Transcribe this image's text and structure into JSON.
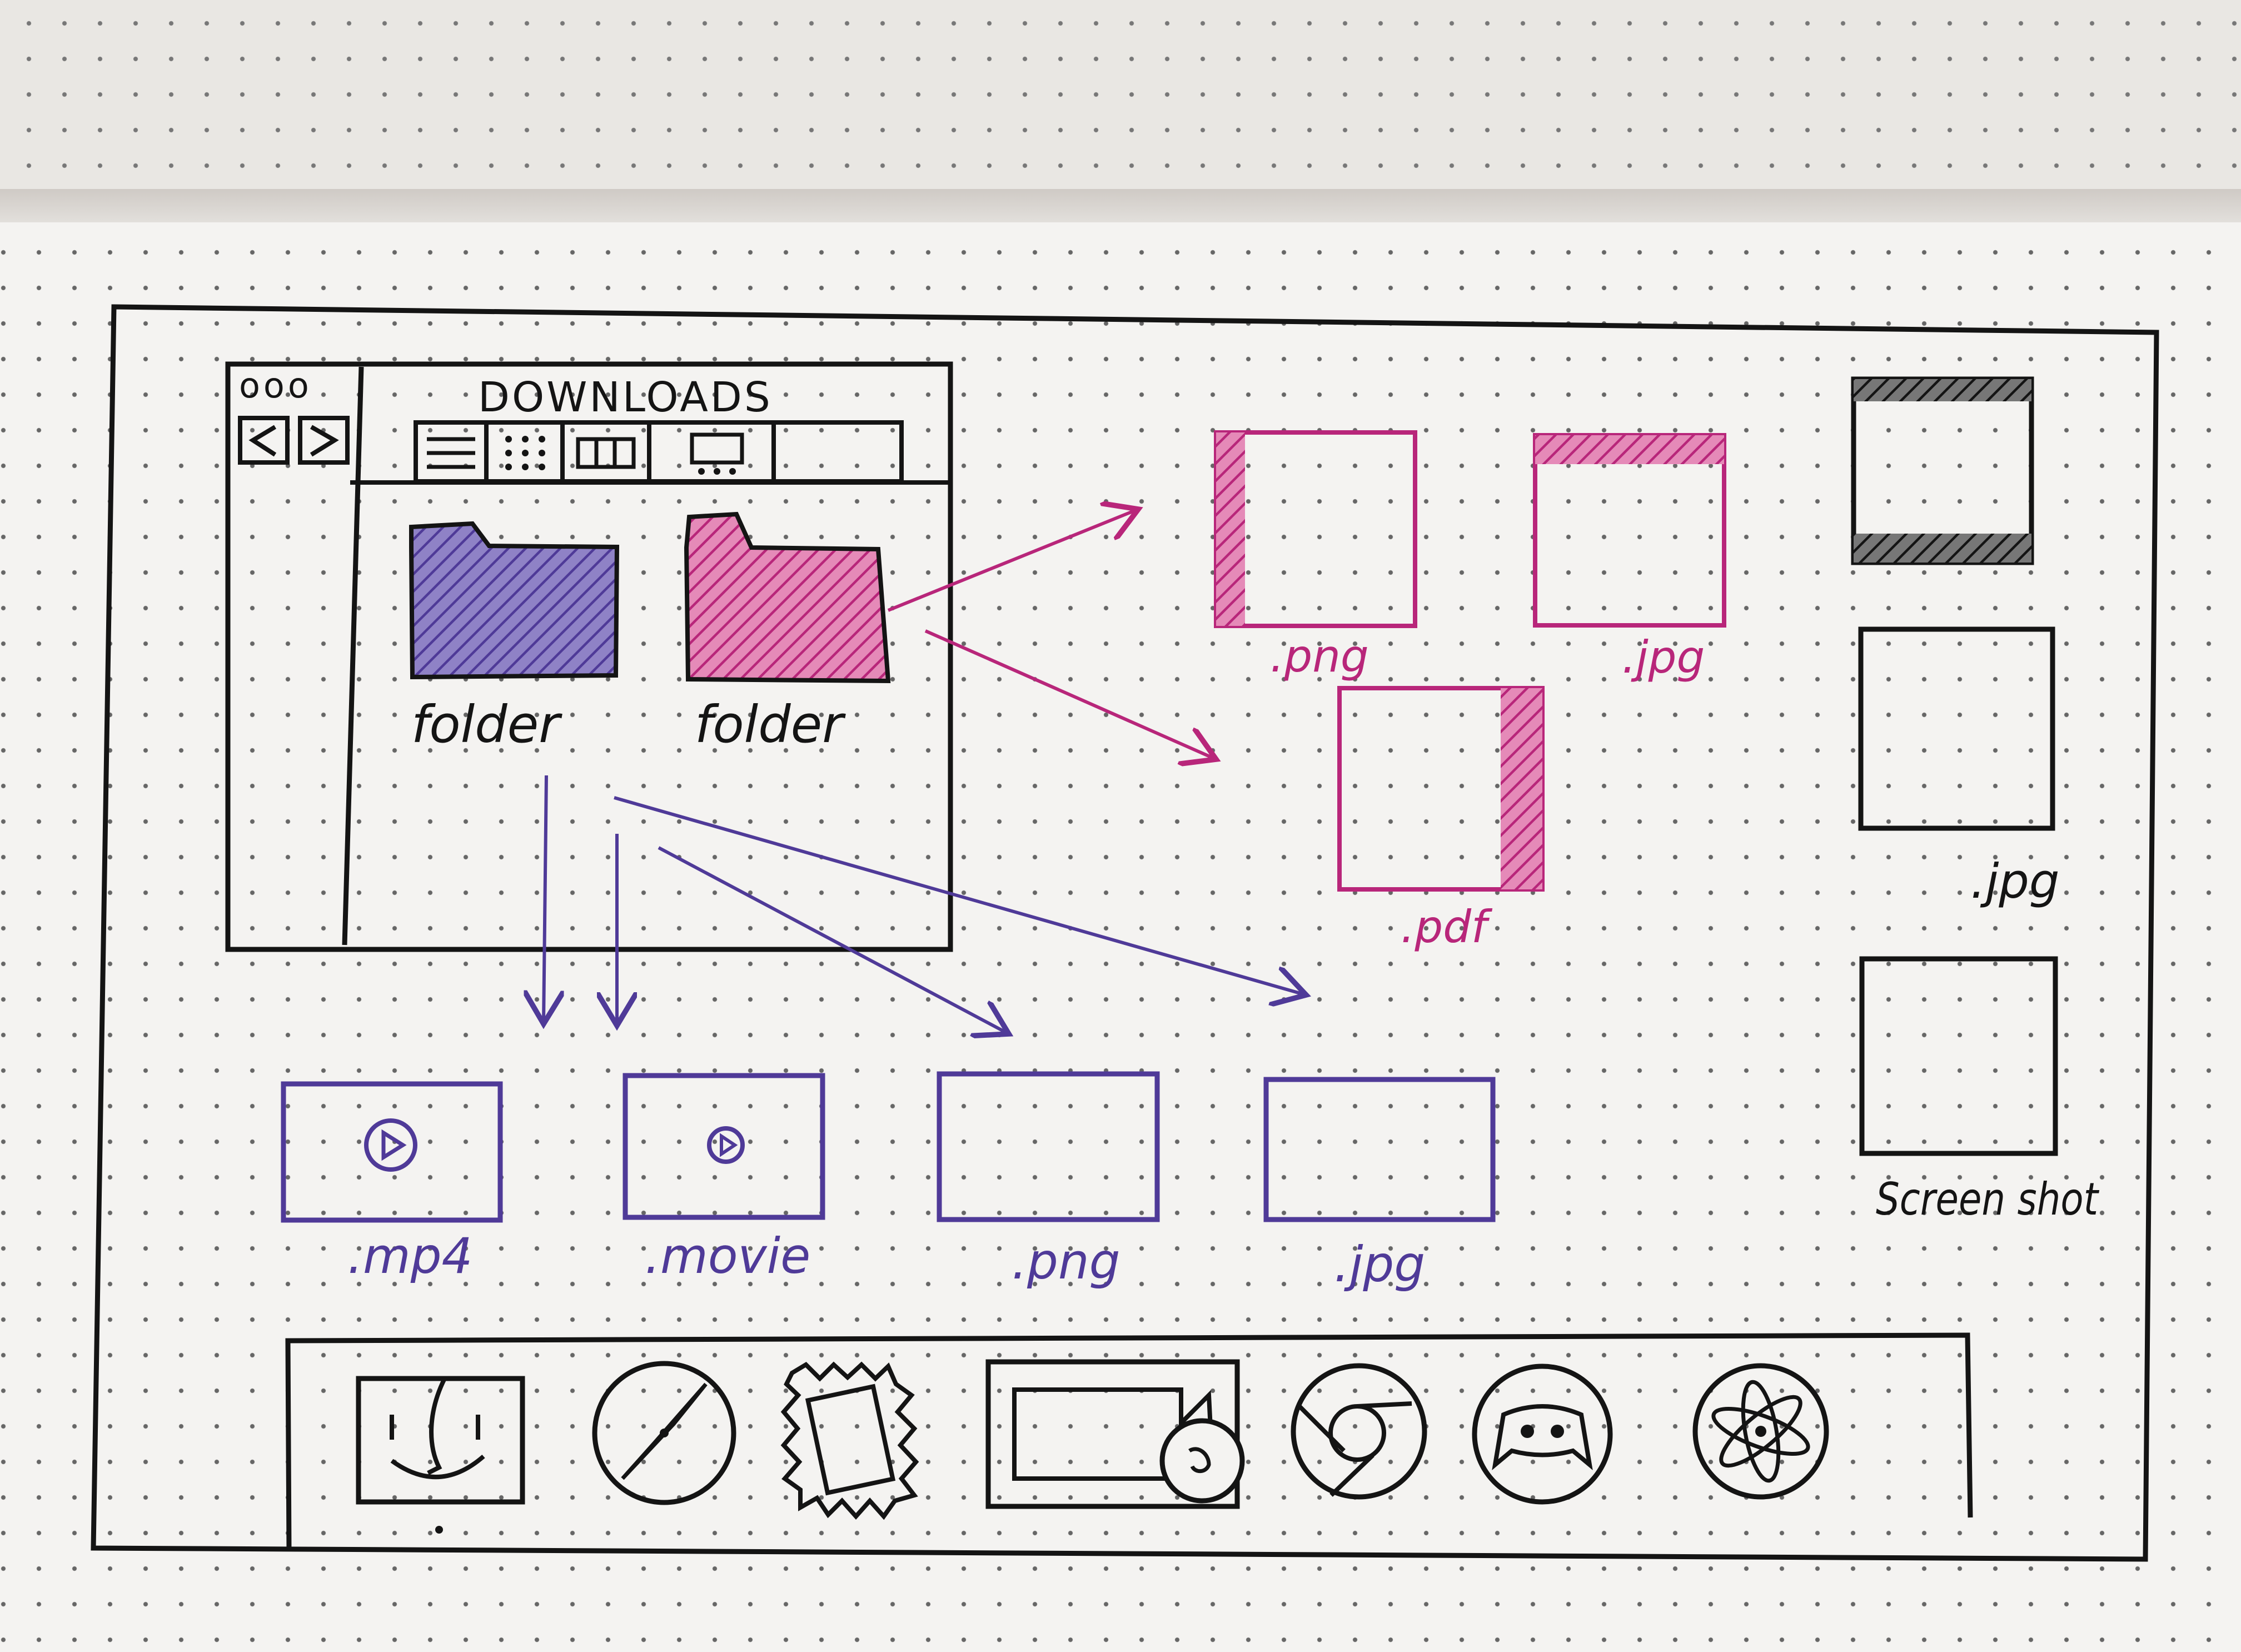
{
  "window": {
    "title": "DOWNLOADS",
    "traffic_lights": "ooo",
    "back_icon": "back-arrow-icon",
    "forward_icon": "forward-arrow-icon",
    "view_modes": [
      "list-view-icon",
      "icon-view-icon",
      "column-view-icon",
      "gallery-view-icon"
    ]
  },
  "folders": [
    {
      "label": "folder",
      "color": "#4f3a98"
    },
    {
      "label": "folder",
      "color": "#b8267a"
    }
  ],
  "pink_files": [
    {
      "label": ".png"
    },
    {
      "label": ".jpg"
    },
    {
      "label": ".pdf"
    }
  ],
  "purple_files": [
    {
      "label": ".mp4",
      "icon": "play-icon"
    },
    {
      "label": ".movie",
      "icon": "play-icon"
    },
    {
      "label": ".png"
    },
    {
      "label": ".jpg"
    }
  ],
  "right_column": [
    {
      "label": ""
    },
    {
      "label": ".jpg"
    },
    {
      "label": "Screen shot"
    }
  ],
  "dock": {
    "apps": [
      {
        "icon": "finder-icon"
      },
      {
        "icon": "safari-icon"
      },
      {
        "icon": "photos-stamp-icon"
      },
      {
        "icon": "facetime-icon"
      },
      {
        "icon": "chrome-icon"
      },
      {
        "icon": "discord-icon"
      },
      {
        "icon": "atom-icon"
      }
    ]
  },
  "colors": {
    "ink_black": "#141414",
    "ink_purple": "#4f3a98",
    "ink_pink": "#b8267a"
  }
}
